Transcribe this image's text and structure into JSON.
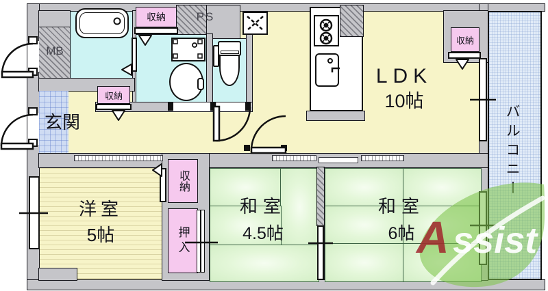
{
  "plan": {
    "ldk": {
      "name": "LDK",
      "size": "10帖"
    },
    "entrance_label": "玄関",
    "meter_box_label": "MB",
    "pipe_space_label": "PS",
    "western_room": {
      "name": "洋室",
      "size": "5帖"
    },
    "tatami_room_small": {
      "name": "和室",
      "size": "4.5帖"
    },
    "tatami_room_large": {
      "name": "和室",
      "size": "6帖"
    },
    "balcony_label": "バルコニー",
    "storage_label": "収納",
    "futon_closet_label": "押入"
  },
  "watermark": {
    "brand_initial": "A",
    "brand_rest": "ssist"
  },
  "colors": {
    "floor_yellow": "#f7f4c8",
    "tatami_green": "#d8f2cd",
    "wet_area_cyan": "#cdf3f3",
    "storage_pink": "#f6c9ee",
    "balcony_blue": "#e2ecf8",
    "entrance_tile_blue": "#cfdcf3",
    "wall_gray": "#c5c5c9",
    "watermark_green": "#80c44e",
    "watermark_red": "#a01e28"
  }
}
